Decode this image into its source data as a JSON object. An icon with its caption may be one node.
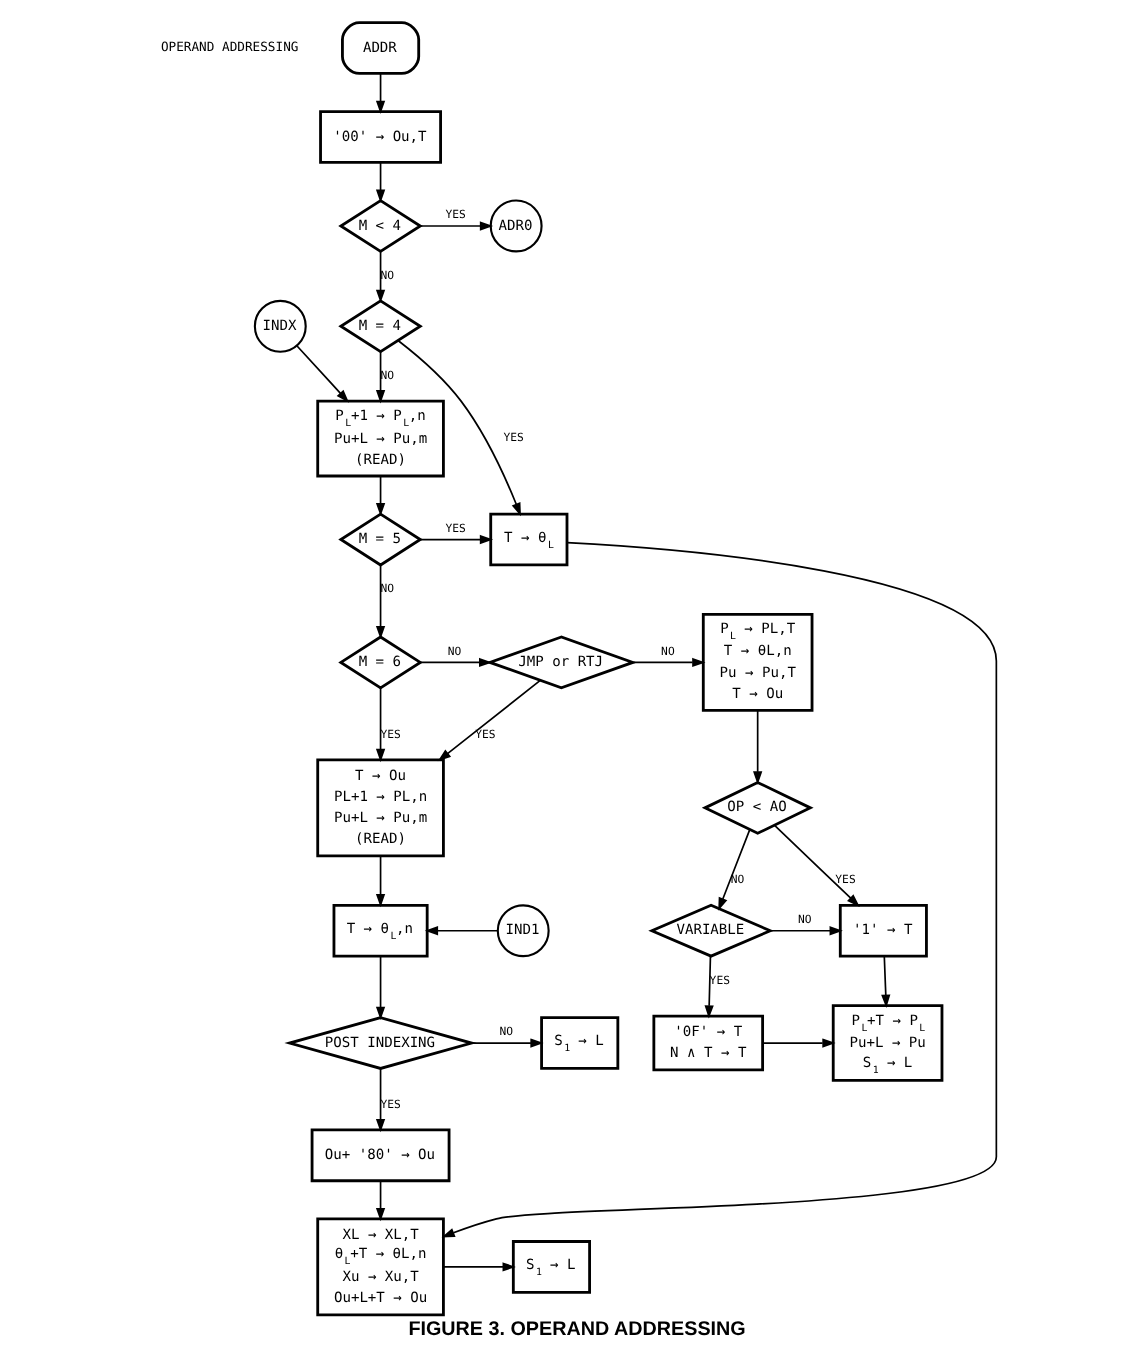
{
  "diagram": {
    "title": "OPERAND ADDRESSING",
    "caption": "FIGURE 3. OPERAND ADDRESSING",
    "nodes": [
      {
        "text": [
          "ADDR"
        ]
      },
      {
        "text": [
          "'00' → Ou,T"
        ]
      },
      {
        "text": [
          "M < 4"
        ]
      },
      {
        "text": [
          "ADR0"
        ]
      },
      {
        "text": [
          "M = 4"
        ]
      },
      {
        "text": [
          "INDX"
        ]
      },
      {
        "text": [
          "P$_{L}$+1 → P$_{L}$,n",
          "Pu+L → Pu,m",
          "(READ)"
        ]
      },
      {
        "text": [
          "T → θ$_{L}$"
        ]
      },
      {
        "text": [
          "M = 5"
        ]
      },
      {
        "text": [
          "M = 6"
        ]
      },
      {
        "text": [
          "JMP or RTJ"
        ]
      },
      {
        "text": [
          "P$_{L}$ → PL,T",
          "T → θL,n",
          "Pu → Pu,T",
          "T → Ou"
        ]
      },
      {
        "text": [
          "T → Ou",
          "PL+1 → PL,n",
          "Pu+L → Pu,m",
          "(READ)"
        ]
      },
      {
        "text": [
          "IND1"
        ]
      },
      {
        "text": [
          "T → θ$_{L}$,n"
        ]
      },
      {
        "text": [
          "POST INDEXING"
        ]
      },
      {
        "text": [
          "S$_{1}$ → L"
        ]
      },
      {
        "text": [
          "Ou+ '80' → Ou"
        ]
      },
      {
        "text": [
          "XL → XL,T",
          "θ$_{L}$+T → θL,n",
          "Xu → Xu,T",
          "Ou+L+T → Ou"
        ]
      },
      {
        "text": [
          "S$_{1}$ → L"
        ]
      },
      {
        "text": [
          "OP < AO"
        ]
      },
      {
        "text": [
          "VARIABLE"
        ]
      },
      {
        "text": [
          "'1' → T"
        ]
      },
      {
        "text": [
          "'0F' → T",
          "N ∧ T → T"
        ]
      },
      {
        "text": [
          "P$_{L}$+T → P$_{L}$",
          "Pu+L → Pu",
          "S$_{1}$ → L"
        ]
      }
    ],
    "edges": [
      {
        "from": 0,
        "to": 1,
        "arrow": "to"
      },
      {
        "from": 1,
        "to": 2,
        "arrow": "to"
      },
      {
        "from": 2,
        "to": 3,
        "label": "YES",
        "arrow": "to"
      },
      {
        "from": 2,
        "to": 4,
        "label": "NO",
        "arrow": "to"
      },
      {
        "from": 4,
        "to": 7,
        "label": "YES",
        "arrow": "to"
      },
      {
        "from": 4,
        "to": 6,
        "label": "NO",
        "arrow": "to"
      },
      {
        "from": 5,
        "to": 6,
        "arrow": "to"
      },
      {
        "from": 6,
        "to": 8,
        "arrow": "to"
      },
      {
        "from": 8,
        "to": 7,
        "label": "YES",
        "arrow": "to"
      },
      {
        "from": 8,
        "to": 9,
        "label": "NO",
        "arrow": "to"
      },
      {
        "from": 9,
        "to": 10,
        "label": "NO",
        "arrow": "to"
      },
      {
        "from": 9,
        "to": 12,
        "label": "YES",
        "arrow": "to"
      },
      {
        "from": 10,
        "to": 11,
        "label": "NO",
        "arrow": "to"
      },
      {
        "from": 10,
        "to": 12,
        "label": "YES",
        "arrow": "to"
      },
      {
        "from": 7,
        "to": 18,
        "arrow": "to"
      },
      {
        "from": 12,
        "to": 14,
        "arrow": "to"
      },
      {
        "from": 13,
        "to": 14,
        "arrow": "to"
      },
      {
        "from": 14,
        "to": 15,
        "arrow": "to"
      },
      {
        "from": 15,
        "to": 16,
        "label": "NO",
        "arrow": "to"
      },
      {
        "from": 15,
        "to": 17,
        "label": "YES",
        "arrow": "to"
      },
      {
        "from": 17,
        "to": 18,
        "arrow": "to"
      },
      {
        "from": 18,
        "to": 19,
        "arrow": "to"
      },
      {
        "from": 11,
        "to": 20,
        "arrow": "to"
      },
      {
        "from": 20,
        "to": 22,
        "label": "YES",
        "arrow": "to"
      },
      {
        "from": 20,
        "to": 21,
        "label": "NO",
        "arrow": "to"
      },
      {
        "from": 21,
        "to": 22,
        "label": "NO",
        "arrow": "to"
      },
      {
        "from": 21,
        "to": 23,
        "label": "YES",
        "arrow": "to"
      },
      {
        "from": 22,
        "to": 24,
        "arrow": "to"
      },
      {
        "from": 23,
        "to": 24,
        "arrow": "to"
      }
    ]
  }
}
